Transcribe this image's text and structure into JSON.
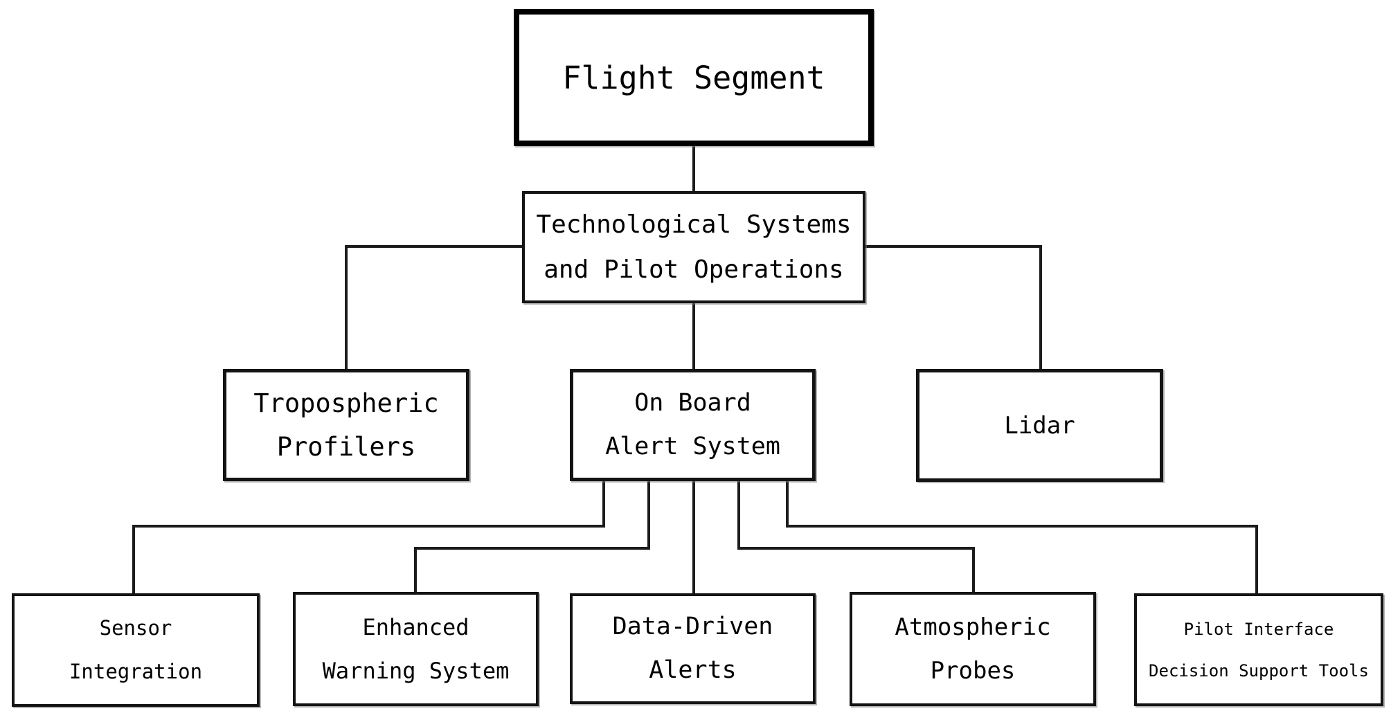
{
  "diagram": {
    "type": "hierarchy-flowchart",
    "colors": {
      "background": "#ffffff",
      "line": "#1c1c1c",
      "box_border": "#141414",
      "box_bg": "#ffffff",
      "root_border": "#000000",
      "text": "#000000"
    },
    "nodes": {
      "flight_segment": {
        "label": "Flight Segment"
      },
      "tech_systems": {
        "line1": "Technological Systems",
        "line2": "and Pilot Operations"
      },
      "tropospheric_profilers": {
        "line1": "Tropospheric",
        "line2": "Profilers"
      },
      "on_board_alert_system": {
        "line1": "On Board",
        "line2": "Alert System"
      },
      "lidar": {
        "label": "Lidar"
      },
      "sensor_integration": {
        "line1": "Sensor",
        "line2": "Integration"
      },
      "enhanced_warning_system": {
        "line1": "Enhanced",
        "line2": "Warning System"
      },
      "data_driven_alerts": {
        "line1": "Data-Driven",
        "line2": "Alerts"
      },
      "atmospheric_probes": {
        "line1": "Atmospheric",
        "line2": "Probes"
      },
      "pilot_interface": {
        "line1": "Pilot Interface",
        "line2": "Decision Support Tools"
      }
    },
    "edges": [
      {
        "from": "Flight Segment",
        "to": "Technological Systems and Pilot Operations"
      },
      {
        "from": "Technological Systems and Pilot Operations",
        "to": "Tropospheric Profilers"
      },
      {
        "from": "Technological Systems and Pilot Operations",
        "to": "On Board Alert System"
      },
      {
        "from": "Technological Systems and Pilot Operations",
        "to": "Lidar"
      },
      {
        "from": "On Board Alert System",
        "to": "Sensor Integration"
      },
      {
        "from": "On Board Alert System",
        "to": "Enhanced Warning System"
      },
      {
        "from": "On Board Alert System",
        "to": "Data-Driven Alerts"
      },
      {
        "from": "On Board Alert System",
        "to": "Atmospheric Probes"
      },
      {
        "from": "On Board Alert System",
        "to": "Pilot Interface Decision Support Tools"
      }
    ]
  }
}
